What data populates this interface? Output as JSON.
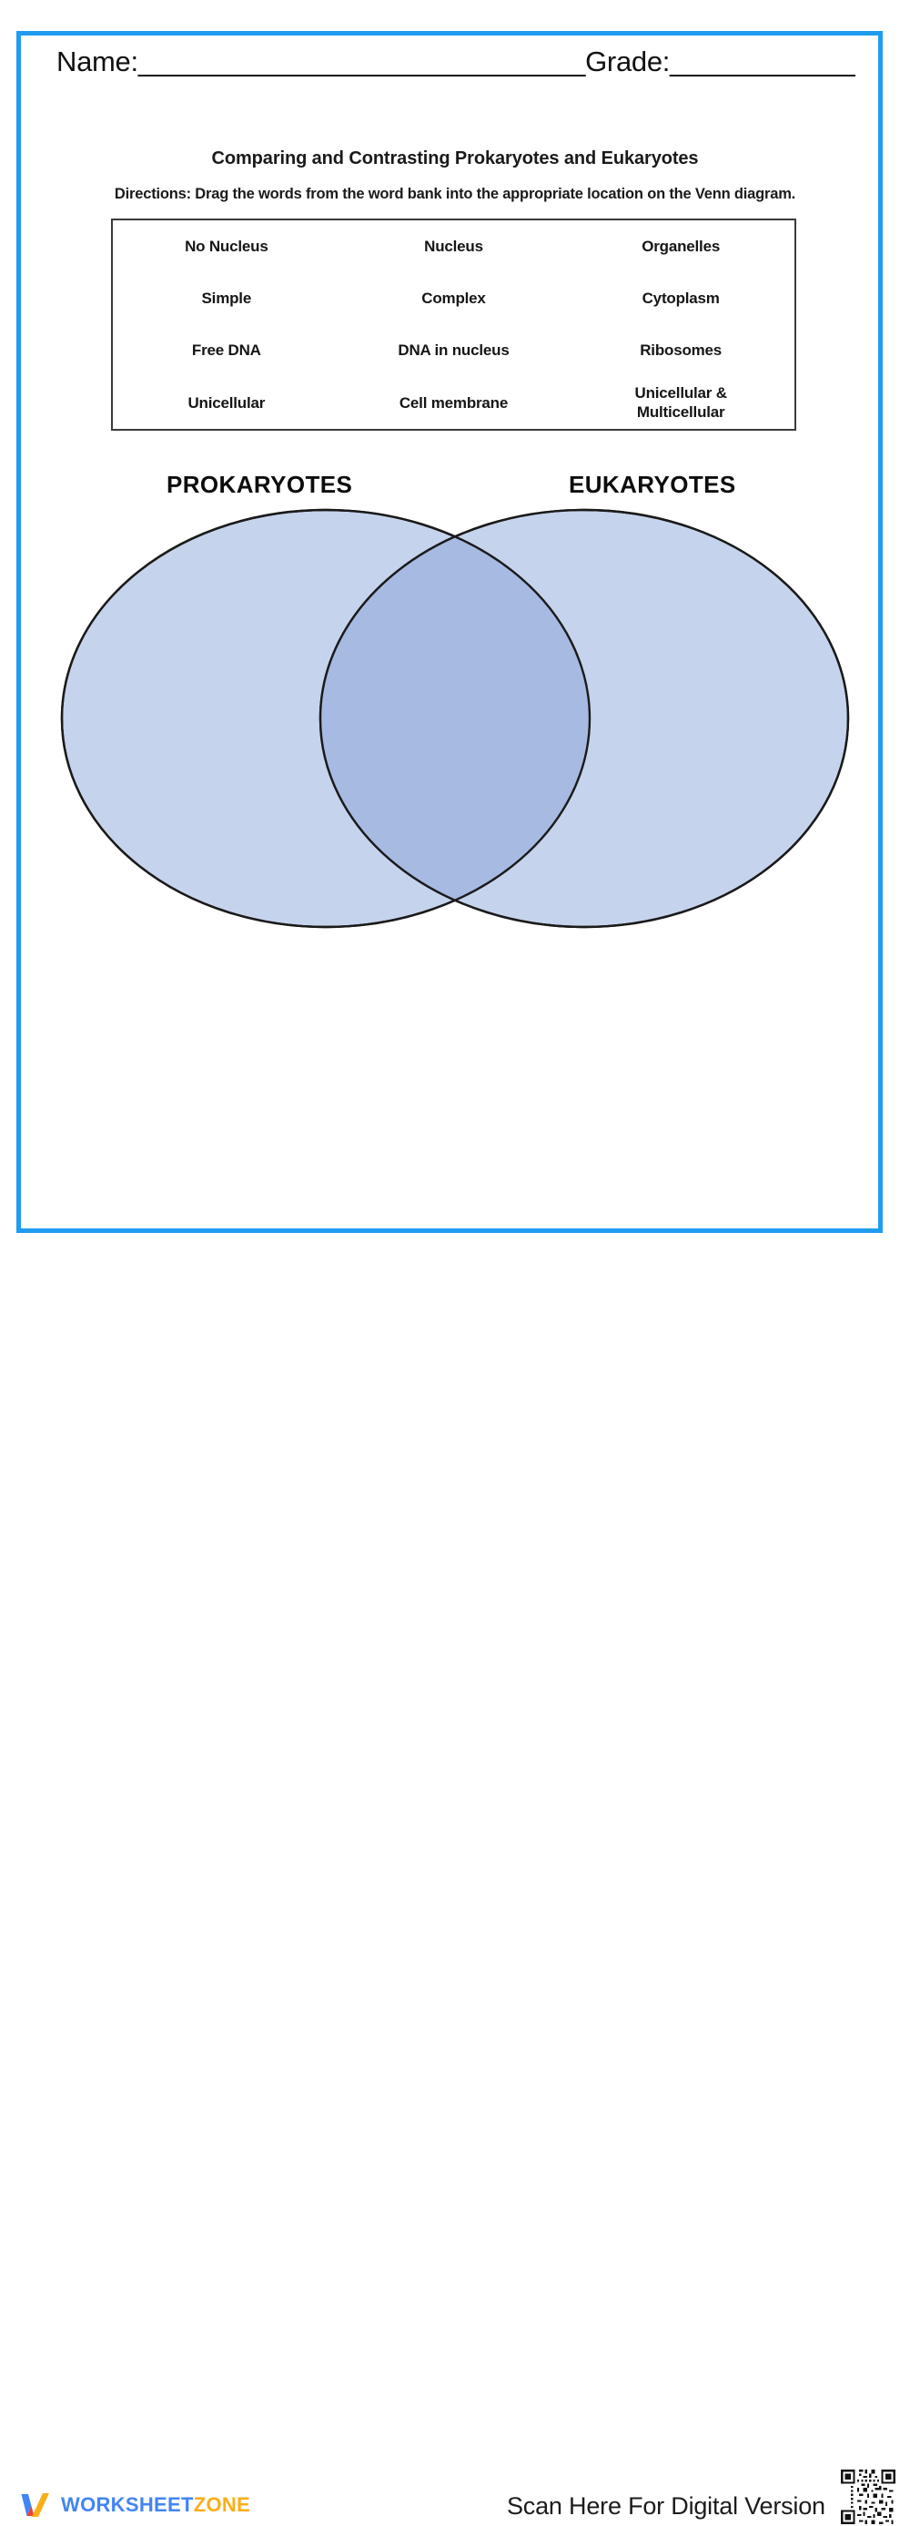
{
  "page": {
    "border_color": "#1f9cf0",
    "background": "#ffffff"
  },
  "header": {
    "name_label": "Name:",
    "name_blank": "_____________________________",
    "grade_label": "Grade:",
    "grade_blank": "____________"
  },
  "worksheet": {
    "title": "Comparing and Contrasting Prokaryotes and Eukaryotes",
    "directions": "Directions: Drag the words from the word bank into the appropriate location on the Venn diagram."
  },
  "word_bank": {
    "rows": [
      [
        "No Nucleus",
        "Nucleus",
        "Organelles"
      ],
      [
        "Simple",
        "Complex",
        "Cytoplasm"
      ],
      [
        "Free DNA",
        "DNA in nucleus",
        "Ribosomes"
      ],
      [
        "Unicellular",
        "Cell membrane",
        "Unicellular &\nMulticellular"
      ]
    ]
  },
  "venn": {
    "left_label": "PROKARYOTES",
    "right_label": "EUKARYOTES",
    "fill_color": "#c5d3ec",
    "overlap_color": "#a6bae2",
    "stroke_color": "#1a1a1a"
  },
  "footer": {
    "brand_part1": "WORKSHEET",
    "brand_part2": "ZONE",
    "brand_color_1": "#4285f4",
    "brand_color_2": "#fbad18",
    "scan_text": "Scan Here For Digital Version"
  }
}
